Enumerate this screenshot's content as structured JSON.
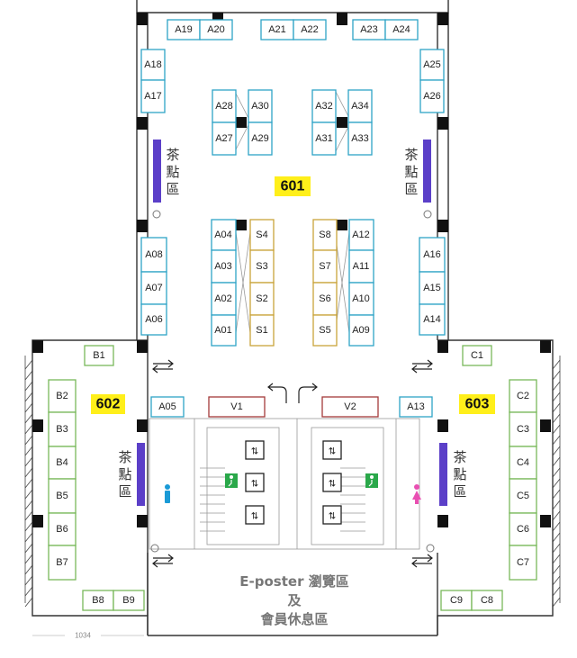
{
  "colors": {
    "booth_a": "#2ea3c7",
    "booth_s": "#c9a33a",
    "booth_v": "#a33a3a",
    "booth_b": "#78b85a",
    "booth_c": "#78b85a",
    "booth_highlight": "#f05f5f",
    "hall_badge": "#ffef1a",
    "tea_bar": "#5b3fc8",
    "male_icon": "#1a9ad6",
    "female_icon": "#e94fb2",
    "exit_icon": "#2aa84a"
  },
  "halls": {
    "h601": "601",
    "h602": "602",
    "h603": "603"
  },
  "tea_label": "茶點區",
  "eposter": {
    "line1": "E-poster 瀏覽區",
    "line2": "及",
    "line3": "會員休息區"
  },
  "scale_label": "1034",
  "highlighted_booth": "A21",
  "booths": [
    {
      "id": "A19",
      "group": "a"
    },
    {
      "id": "A20",
      "group": "a"
    },
    {
      "id": "A21",
      "group": "a"
    },
    {
      "id": "A22",
      "group": "a"
    },
    {
      "id": "A23",
      "group": "a"
    },
    {
      "id": "A24",
      "group": "a"
    },
    {
      "id": "A18",
      "group": "a"
    },
    {
      "id": "A17",
      "group": "a"
    },
    {
      "id": "A25",
      "group": "a"
    },
    {
      "id": "A26",
      "group": "a"
    },
    {
      "id": "A28",
      "group": "a"
    },
    {
      "id": "A30",
      "group": "a"
    },
    {
      "id": "A27",
      "group": "a"
    },
    {
      "id": "A29",
      "group": "a"
    },
    {
      "id": "A32",
      "group": "a"
    },
    {
      "id": "A34",
      "group": "a"
    },
    {
      "id": "A31",
      "group": "a"
    },
    {
      "id": "A33",
      "group": "a"
    },
    {
      "id": "A04",
      "group": "a"
    },
    {
      "id": "A03",
      "group": "a"
    },
    {
      "id": "A02",
      "group": "a"
    },
    {
      "id": "A01",
      "group": "a"
    },
    {
      "id": "S4",
      "group": "s"
    },
    {
      "id": "S3",
      "group": "s"
    },
    {
      "id": "S2",
      "group": "s"
    },
    {
      "id": "S1",
      "group": "s"
    },
    {
      "id": "S8",
      "group": "s"
    },
    {
      "id": "S7",
      "group": "s"
    },
    {
      "id": "S6",
      "group": "s"
    },
    {
      "id": "S5",
      "group": "s"
    },
    {
      "id": "A12",
      "group": "a"
    },
    {
      "id": "A11",
      "group": "a"
    },
    {
      "id": "A10",
      "group": "a"
    },
    {
      "id": "A09",
      "group": "a"
    },
    {
      "id": "A08",
      "group": "a"
    },
    {
      "id": "A07",
      "group": "a"
    },
    {
      "id": "A06",
      "group": "a"
    },
    {
      "id": "A16",
      "group": "a"
    },
    {
      "id": "A15",
      "group": "a"
    },
    {
      "id": "A14",
      "group": "a"
    },
    {
      "id": "B1",
      "group": "b"
    },
    {
      "id": "C1",
      "group": "c"
    },
    {
      "id": "A05",
      "group": "a"
    },
    {
      "id": "V1",
      "group": "v"
    },
    {
      "id": "V2",
      "group": "v"
    },
    {
      "id": "A13",
      "group": "a"
    },
    {
      "id": "B2",
      "group": "b"
    },
    {
      "id": "B3",
      "group": "b"
    },
    {
      "id": "B4",
      "group": "b"
    },
    {
      "id": "B5",
      "group": "b"
    },
    {
      "id": "B6",
      "group": "b"
    },
    {
      "id": "B7",
      "group": "b"
    },
    {
      "id": "B8",
      "group": "b"
    },
    {
      "id": "B9",
      "group": "b"
    },
    {
      "id": "C2",
      "group": "c"
    },
    {
      "id": "C3",
      "group": "c"
    },
    {
      "id": "C4",
      "group": "c"
    },
    {
      "id": "C5",
      "group": "c"
    },
    {
      "id": "C6",
      "group": "c"
    },
    {
      "id": "C7",
      "group": "c"
    },
    {
      "id": "C9",
      "group": "c"
    },
    {
      "id": "C8",
      "group": "c"
    }
  ]
}
